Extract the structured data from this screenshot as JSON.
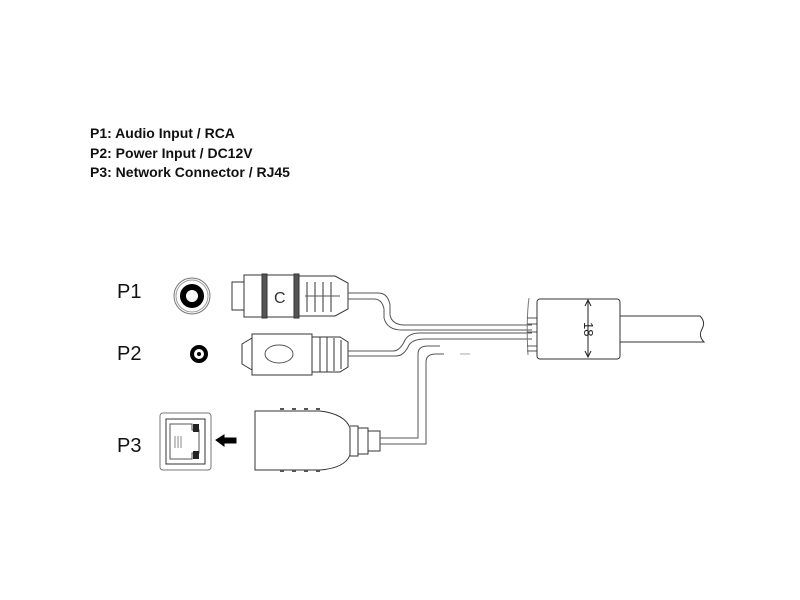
{
  "legend": [
    "P1: Audio Input / RCA",
    "P2: Power Input / DC12V",
    "P3: Network Connector / RJ45"
  ],
  "ports": [
    {
      "label": "P1",
      "connector_mark": "C"
    },
    {
      "label": "P2"
    },
    {
      "label": "P3"
    }
  ],
  "dimension_label": "18"
}
